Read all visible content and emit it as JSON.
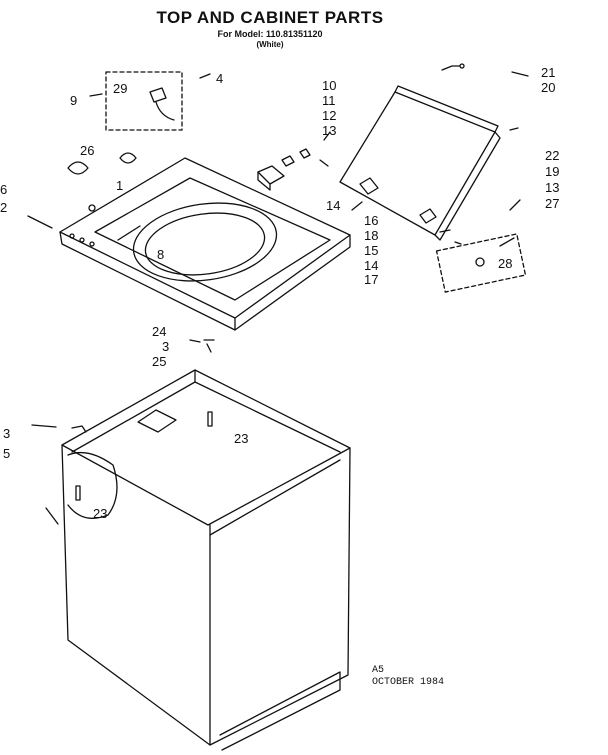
{
  "title": "TOP AND CABINET PARTS",
  "subtitle": "For Model: 110.81351120",
  "variant": "(White)",
  "footer_code": "A5",
  "footer_date": "OCTOBER 1984",
  "callouts": [
    "4",
    "29",
    "9",
    "10",
    "11",
    "12",
    "13",
    "21",
    "20",
    "22",
    "19",
    "13",
    "27",
    "26",
    "1",
    "6",
    "2",
    "14",
    "16",
    "18",
    "15",
    "14",
    "17",
    "8",
    "28",
    "24",
    "3",
    "25",
    "23",
    "3",
    "5",
    "23"
  ]
}
